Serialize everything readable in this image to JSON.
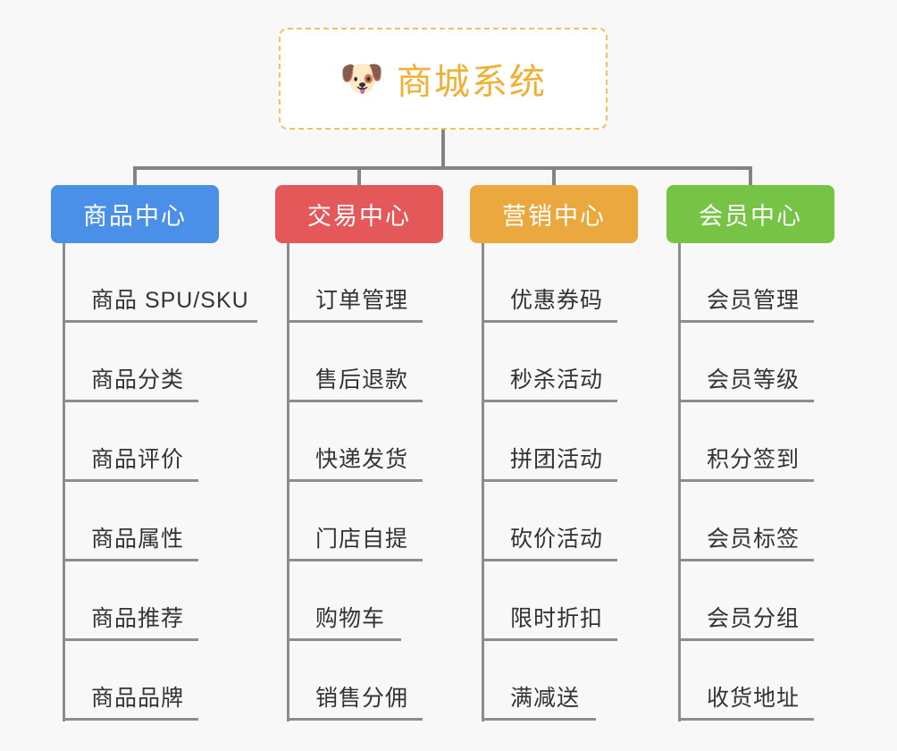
{
  "diagram": {
    "type": "org-chart",
    "background_color": "#f8f8f8",
    "connector_color": "#848484",
    "root": {
      "icon": "dog-face-emoji",
      "icon_glyph": "🐶",
      "title": "商城系统",
      "text_color": "#efb034",
      "border_color": "#f1c260",
      "border_style": "dashed",
      "background_color": "#ffffff"
    },
    "categories": [
      {
        "label": "商品中心",
        "color": "#4a90e8",
        "items": [
          "商品 SPU/SKU",
          "商品分类",
          "商品评价",
          "商品属性",
          "商品推荐",
          "商品品牌"
        ]
      },
      {
        "label": "交易中心",
        "color": "#e4585a",
        "items": [
          "订单管理",
          "售后退款",
          "快递发货",
          "门店自提",
          "购物车",
          "销售分佣"
        ]
      },
      {
        "label": "营销中心",
        "color": "#eba83f",
        "items": [
          "优惠券码",
          "秒杀活动",
          "拼团活动",
          "砍价活动",
          "限时折扣",
          "满减送"
        ]
      },
      {
        "label": "会员中心",
        "color": "#76c346",
        "items": [
          "会员管理",
          "会员等级",
          "积分签到",
          "会员标签",
          "会员分组",
          "收货地址"
        ]
      }
    ]
  }
}
